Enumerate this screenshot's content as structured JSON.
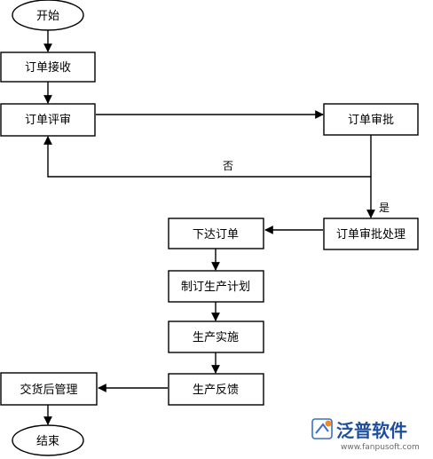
{
  "nodes": {
    "start": "开始",
    "order_receive": "订单接收",
    "order_review": "订单评审",
    "order_approve": "订单审批",
    "approve_process": "订单审批处理",
    "issue_order": "下达订单",
    "make_plan": "制订生产计划",
    "production": "生产实施",
    "feedback": "生产反馈",
    "after_delivery": "交货后管理",
    "end": "结束"
  },
  "edge_labels": {
    "no": "否",
    "yes": "是"
  },
  "watermark": {
    "brand": "泛普软件",
    "url": "www.fanpusoft.com",
    "brand_color": "#1e4f9c",
    "icon_colors": [
      "#3a6fc4",
      "#f08a24"
    ]
  },
  "colors": {
    "stroke": "#000000",
    "background": "#ffffff"
  }
}
